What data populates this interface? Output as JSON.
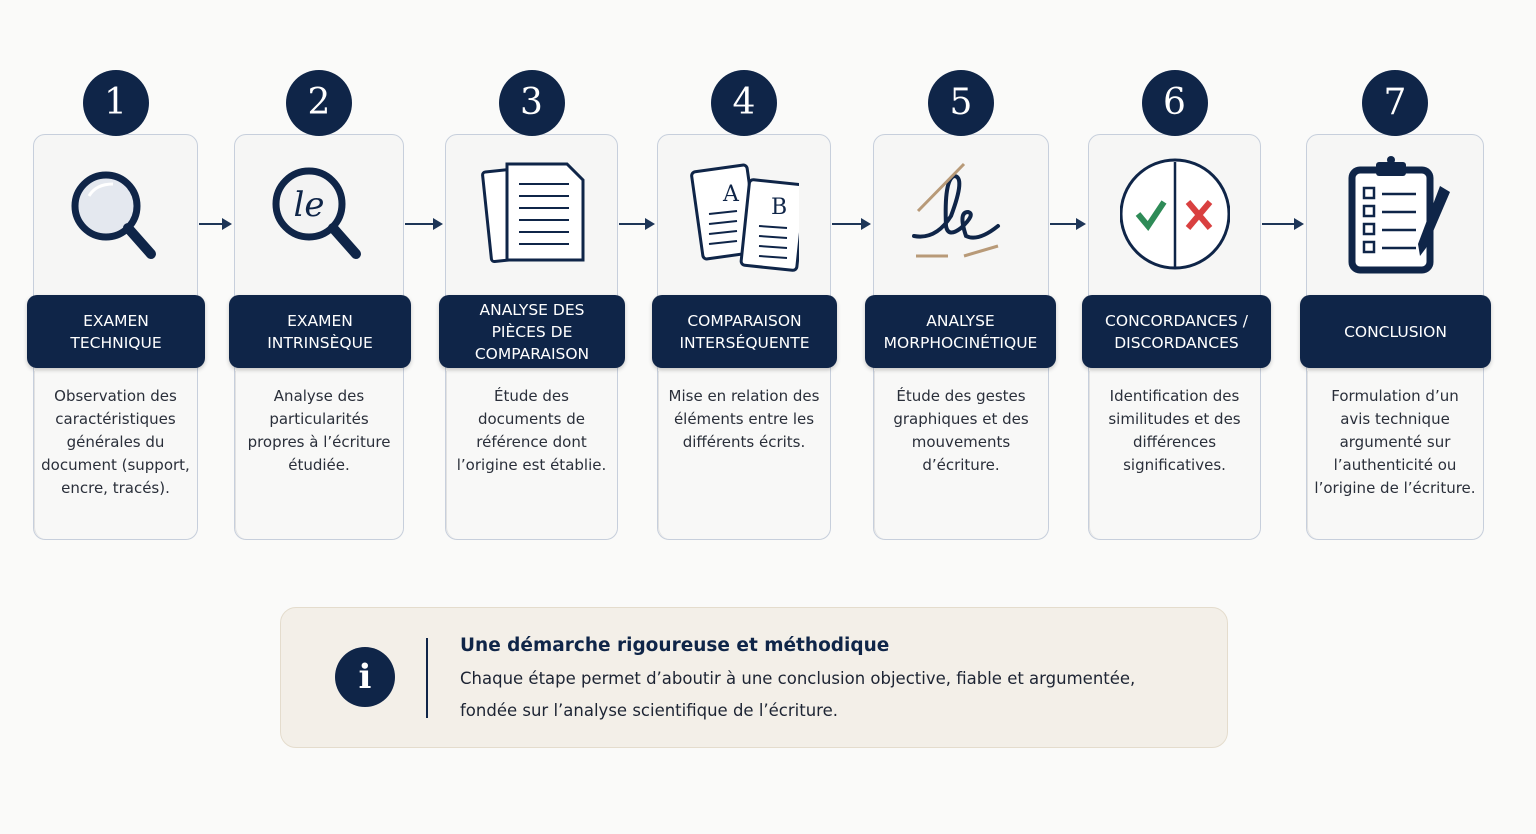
{
  "steps": [
    {
      "number": "1",
      "title_lines": [
        "EXAMEN",
        "TECHNIQUE"
      ],
      "description": "Observation des caractéristiques générales du document (support, encre, tracés).",
      "icon": "magnifier-icon"
    },
    {
      "number": "2",
      "title_lines": [
        "EXAMEN",
        "INTRINSÈQUE"
      ],
      "description": "Analyse des particularités propres à l’écriture étudiée.",
      "icon": "magnifier-handwriting-icon"
    },
    {
      "number": "3",
      "title_lines": [
        "ANALYSE DES",
        "PIÈCES DE",
        "COMPARAISON"
      ],
      "description": "Étude des documents de référence dont l’origine est établie.",
      "icon": "documents-icon"
    },
    {
      "number": "4",
      "title_lines": [
        "COMPARAISON",
        "INTERSÉQUENTE"
      ],
      "description": "Mise en relation des éléments entre les différents écrits.",
      "icon": "compare-documents-icon",
      "doc_letters": [
        "A",
        "B"
      ]
    },
    {
      "number": "5",
      "title_lines": [
        "ANALYSE",
        "MORPHOCINÉTIQUE"
      ],
      "description": "Étude des gestes graphiques et des mouvements d’écriture.",
      "icon": "handwriting-motion-icon"
    },
    {
      "number": "6",
      "title_lines": [
        "CONCORDANCES /",
        "DISCORDANCES"
      ],
      "description": "Identification des similitudes et des différences significatives.",
      "icon": "check-cross-icon"
    },
    {
      "number": "7",
      "title_lines": [
        "CONCLUSION"
      ],
      "description": "Formulation d’un avis technique argumenté sur l’authenticité ou l’origine de l’écriture.",
      "icon": "clipboard-checklist-icon"
    }
  ],
  "info": {
    "icon": "i",
    "title": "Une démarche rigoureuse et méthodique",
    "line1": "Chaque étape permet d’aboutir à une conclusion objective, fiable et argumentée,",
    "line2": "fondée sur l’analyse scientifique de l’écriture."
  },
  "colors": {
    "navy": "#0f2548",
    "check": "#2e8b57",
    "cross": "#d94040",
    "accent": "#b89a78"
  }
}
